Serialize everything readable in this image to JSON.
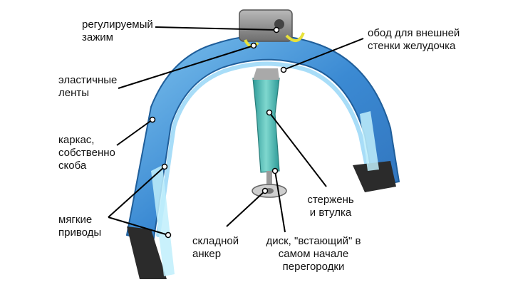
{
  "labels": {
    "clamp": "регулируемый\nзажим",
    "rim": "обод для внешней\nстенки желудочка",
    "bands": "эластичные\nленты",
    "frame": "каркас,\nсобственно\nскоба",
    "actuators": "мягкие\nприводы",
    "anchor": "складной\nанкер",
    "rod": "стержень\nи втулка",
    "disc": "диск, \"встающий\" в\nсамом начале\nперегородки"
  },
  "colors": {
    "brace_blue": "#3f8fd6",
    "brace_light": "#8fd0f5",
    "pad_dark": "#2b2b2b",
    "stem_cyan": "#47b5b0",
    "clamp_gray": "#8a8a8a",
    "band_yellow": "#e8e23a"
  }
}
